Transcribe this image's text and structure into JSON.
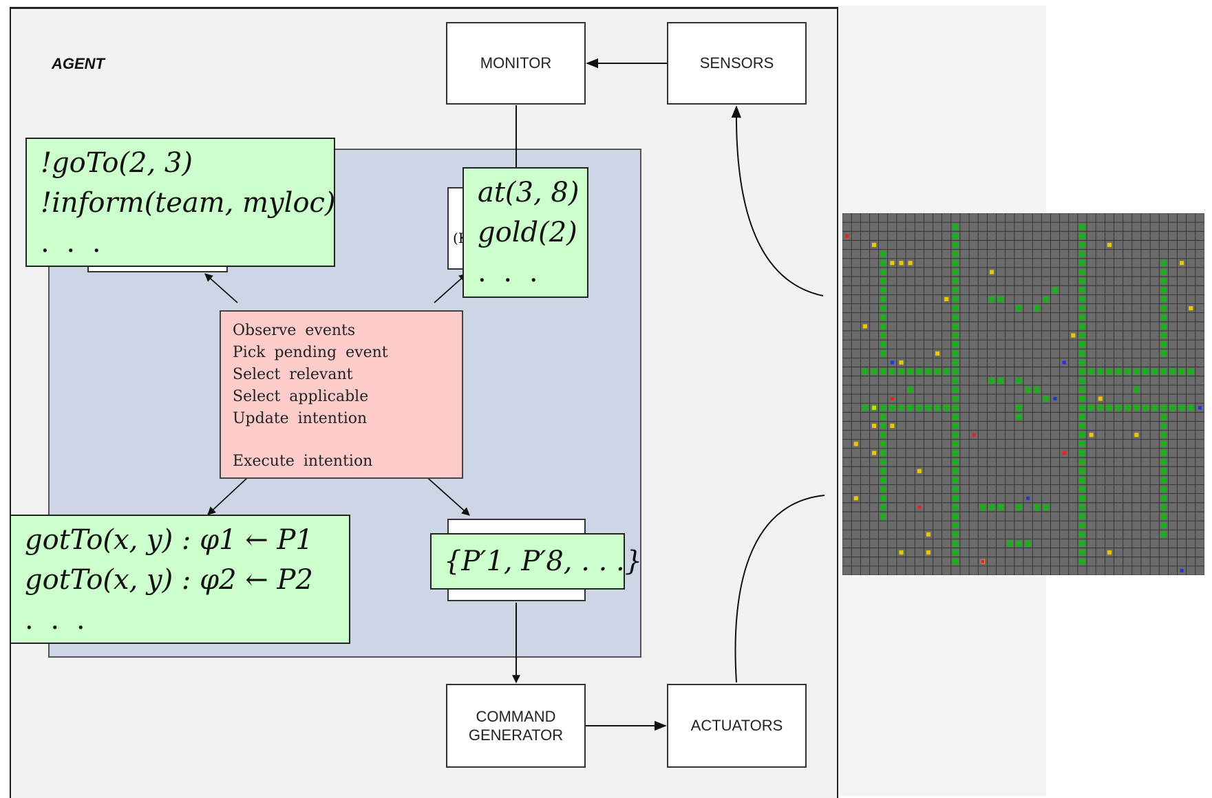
{
  "agent_label": "AGENT",
  "nodes": {
    "monitor": "MONITOR",
    "sensors": "SENSORS",
    "command_generator": "COMMAND\nGENERATOR",
    "actuators": "ACTUATORS"
  },
  "goals_box": {
    "lines": [
      "!goTo(2, 3)",
      "!inform(team, myloc)",
      ". . ."
    ]
  },
  "beliefs_box": {
    "partial_label": "(K",
    "lines": [
      "at(3, 8)",
      "gold(2)",
      ". . ."
    ]
  },
  "reasoning_cycle": {
    "steps": [
      "Observe events",
      "Pick pending event",
      "Select relevant",
      "Select applicable",
      "Update intention",
      "Execute intention"
    ]
  },
  "plans_box": {
    "lines": [
      "gotTo(x, y) : φ1 ← P1",
      "gotTo(x, y) : φ2 ← P2",
      ". . ."
    ]
  },
  "intentions_box": {
    "text": "{P′1, P′8, . . .}"
  },
  "colors": {
    "green_box": "#ccffcc",
    "red_box": "#ffcccc",
    "blue_panel": "#ccd6e4",
    "grid_background": "#6b6b6b",
    "grid_lines": "#2a2a2a",
    "obstacle_green": "#22aa22",
    "gold_yellow": "#e8c800",
    "agent_red": "#ee2222",
    "agent_blue": "#2233ee"
  }
}
